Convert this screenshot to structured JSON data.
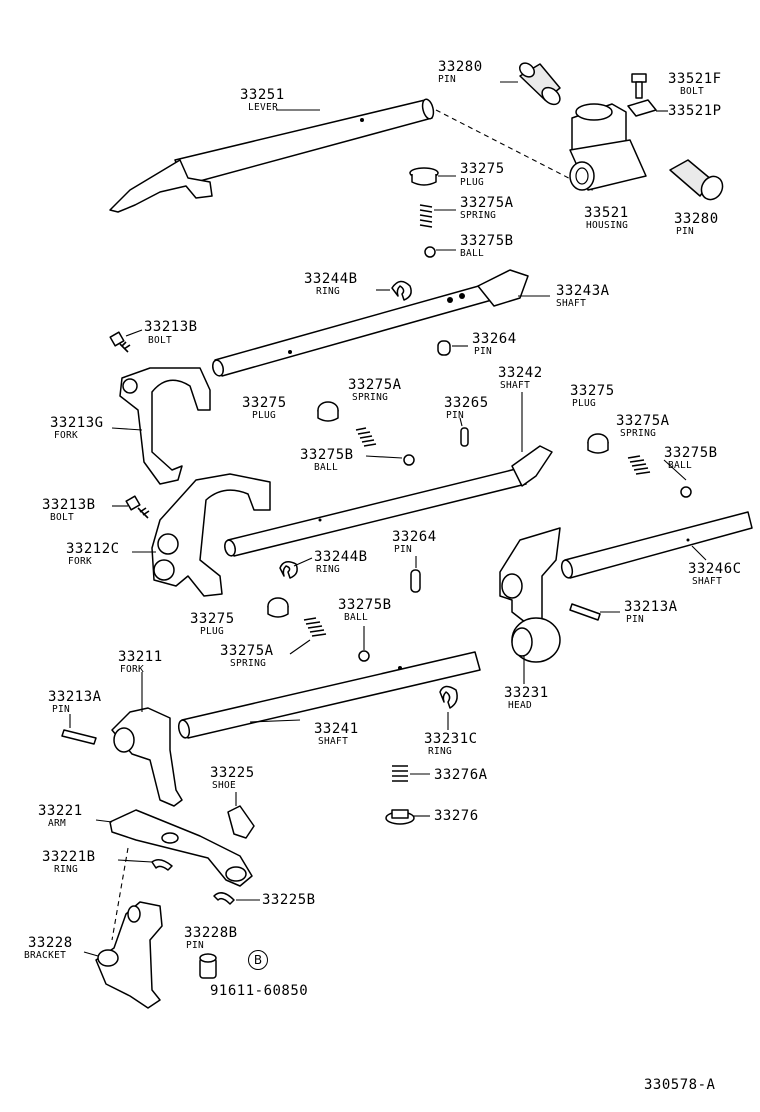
{
  "diagram_code": "330578-A",
  "parts": [
    {
      "id": "p0",
      "num": "33251",
      "name": "LEVER"
    },
    {
      "id": "p1",
      "num": "33280",
      "name": "PIN"
    },
    {
      "id": "p2",
      "num": "33521F",
      "name": "BOLT"
    },
    {
      "id": "p3",
      "num": "33521P",
      "name": ""
    },
    {
      "id": "p4",
      "num": "33275",
      "name": "PLUG"
    },
    {
      "id": "p5",
      "num": "33275A",
      "name": "SPRING"
    },
    {
      "id": "p6",
      "num": "33275B",
      "name": "BALL"
    },
    {
      "id": "p7",
      "num": "33521",
      "name": "HOUSING"
    },
    {
      "id": "p8",
      "num": "33280",
      "name": "PIN"
    },
    {
      "id": "p9",
      "num": "33244B",
      "name": "RING"
    },
    {
      "id": "p10",
      "num": "33243A",
      "name": "SHAFT"
    },
    {
      "id": "p11",
      "num": "33213B",
      "name": "BOLT"
    },
    {
      "id": "p12",
      "num": "33264",
      "name": "PIN"
    },
    {
      "id": "p13",
      "num": "33275",
      "name": "PLUG"
    },
    {
      "id": "p14",
      "num": "33275A",
      "name": "SPRING"
    },
    {
      "id": "p15",
      "num": "33242",
      "name": "SHAFT"
    },
    {
      "id": "p16",
      "num": "33275",
      "name": "PLUG"
    },
    {
      "id": "p17",
      "num": "33213G",
      "name": "FORK"
    },
    {
      "id": "p18",
      "num": "33265",
      "name": "PIN"
    },
    {
      "id": "p19",
      "num": "33275A",
      "name": "SPRING"
    },
    {
      "id": "p20",
      "num": "33275B",
      "name": "BALL"
    },
    {
      "id": "p21",
      "num": "33275B",
      "name": "BALL"
    },
    {
      "id": "p22",
      "num": "33213B",
      "name": "BOLT"
    },
    {
      "id": "p23",
      "num": "33264",
      "name": "PIN"
    },
    {
      "id": "p24",
      "num": "33212C",
      "name": "FORK"
    },
    {
      "id": "p25",
      "num": "33244B",
      "name": "RING"
    },
    {
      "id": "p26",
      "num": "33246C",
      "name": "SHAFT"
    },
    {
      "id": "p27",
      "num": "33275",
      "name": "PLUG"
    },
    {
      "id": "p28",
      "num": "33275B",
      "name": "BALL"
    },
    {
      "id": "p29",
      "num": "33213A",
      "name": "PIN"
    },
    {
      "id": "p30",
      "num": "33275A",
      "name": "SPRING"
    },
    {
      "id": "p31",
      "num": "33211",
      "name": "FORK"
    },
    {
      "id": "p32",
      "num": "33231",
      "name": "HEAD"
    },
    {
      "id": "p33",
      "num": "33213A",
      "name": "PIN"
    },
    {
      "id": "p34",
      "num": "33241",
      "name": "SHAFT"
    },
    {
      "id": "p35",
      "num": "33231C",
      "name": "RING"
    },
    {
      "id": "p36",
      "num": "33225",
      "name": "SHOE"
    },
    {
      "id": "p37",
      "num": "33276A",
      "name": ""
    },
    {
      "id": "p38",
      "num": "33221",
      "name": "ARM"
    },
    {
      "id": "p39",
      "num": "33276",
      "name": ""
    },
    {
      "id": "p40",
      "num": "33221B",
      "name": "RING"
    },
    {
      "id": "p41",
      "num": "33225B",
      "name": ""
    },
    {
      "id": "p42",
      "num": "33228",
      "name": "BRACKET"
    },
    {
      "id": "p43",
      "num": "33228B",
      "name": "PIN"
    },
    {
      "id": "p44",
      "num": "91611-60850",
      "name": ""
    }
  ],
  "circle_marker": "B"
}
